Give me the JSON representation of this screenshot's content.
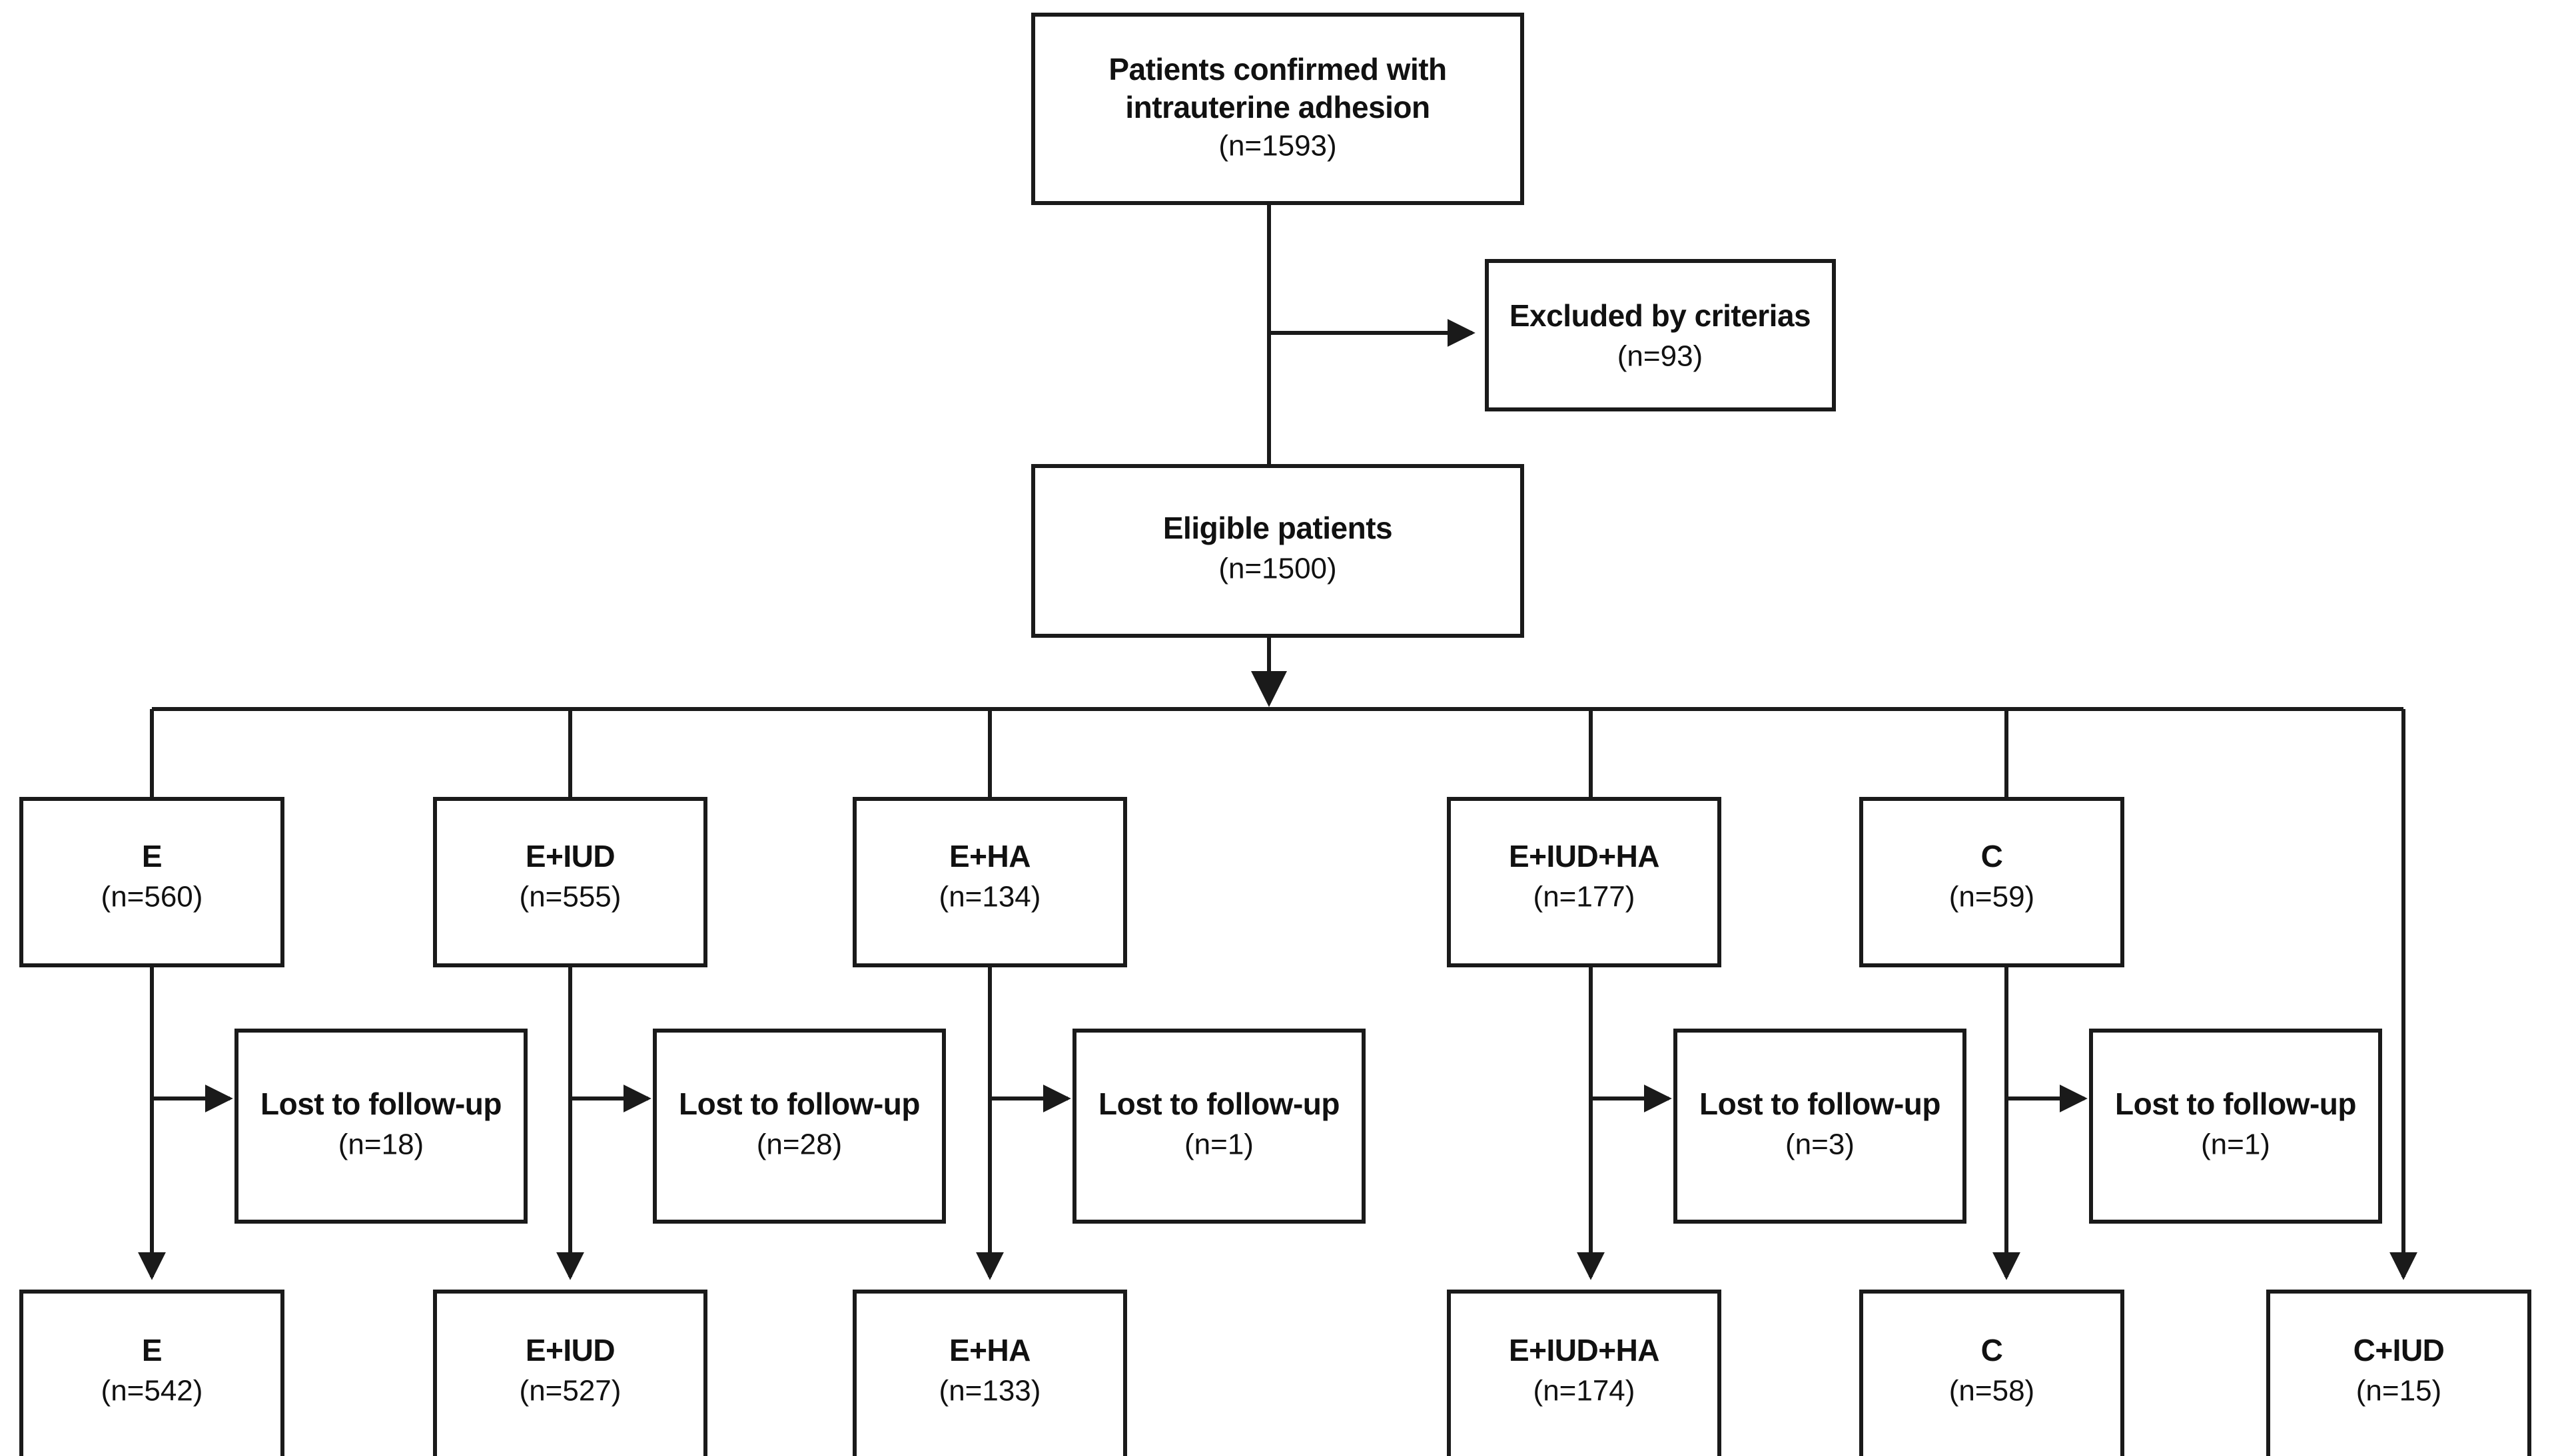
{
  "diagram": {
    "type": "flowchart",
    "title": "Patient enrollment and treatment group allocation flow",
    "colors": {
      "box_fill": "#ffffff",
      "box_stroke": "#1a1a1a",
      "connector": "#1a1a1a",
      "text": "#111111",
      "background": "#ffffff"
    },
    "nodes": {
      "confirmed": {
        "line1": "Patients confirmed with",
        "line2": "intrauterine adhesion",
        "count": "(n=1593)"
      },
      "excluded": {
        "line1": "Excluded by criterias",
        "count": "(n=93)"
      },
      "eligible": {
        "line1": "Eligible patients",
        "count": "(n=1500)"
      }
    },
    "allocated_groups": [
      {
        "label": "E",
        "count": "(n=560)"
      },
      {
        "label": "E+IUD",
        "count": "(n=555)"
      },
      {
        "label": "E+HA",
        "count": "(n=134)"
      },
      {
        "label": "E+IUD+HA",
        "count": "(n=177)"
      },
      {
        "label": "C",
        "count": "(n=59)"
      }
    ],
    "lost_to_followup": [
      {
        "label": "Lost to follow-up",
        "count": "(n=18)"
      },
      {
        "label": "Lost to follow-up",
        "count": "(n=28)"
      },
      {
        "label": "Lost to follow-up",
        "count": "(n=1)"
      },
      {
        "label": "Lost to follow-up",
        "count": "(n=3)"
      },
      {
        "label": "Lost to follow-up",
        "count": "(n=1)"
      }
    ],
    "analyzed_groups": [
      {
        "label": "E",
        "count": "(n=542)"
      },
      {
        "label": "E+IUD",
        "count": "(n=527)"
      },
      {
        "label": "E+HA",
        "count": "(n=133)"
      },
      {
        "label": "E+IUD+HA",
        "count": "(n=174)"
      },
      {
        "label": "C",
        "count": "(n=58)"
      },
      {
        "label": "C+IUD",
        "count": "(n=15)"
      }
    ]
  }
}
